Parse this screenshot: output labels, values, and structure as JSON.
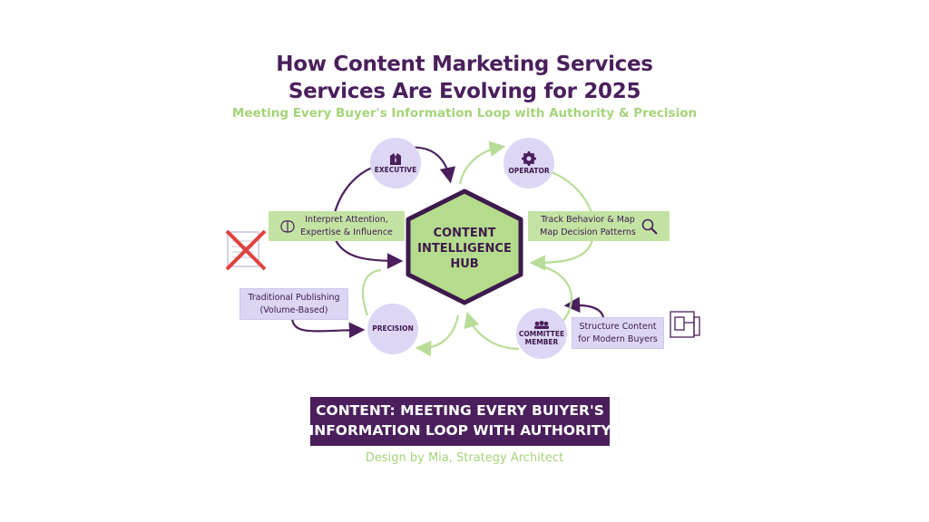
{
  "header": {
    "title_line1": "How Content Marketing Services",
    "title_line2": "Services Are Evolving for 2025",
    "subtitle": "Meeting Every Buyer's Information Loop with Authority & Precision"
  },
  "hub": {
    "line1": "CONTENT",
    "line2": "INTELLIGENCE",
    "line3": "HUB"
  },
  "nodes": {
    "executive": "EXECUTIVE",
    "operator": "OPERATOR",
    "precision": "PRECISION",
    "committee_line1": "COMMITTEE",
    "committee_line2": "MEMBER"
  },
  "boxes": {
    "interpret_line1": "Interpret Attention,",
    "interpret_line2": "Expertise & Influence",
    "track_line1": "Track Behavior & Map",
    "track_line2": "Map Decision Patterns",
    "traditional_line1": "Traditional Publishing",
    "traditional_line2": "(Volume-Based)",
    "structure_line1": "Structure Content",
    "structure_line2": "for Modern Buyers"
  },
  "banner": {
    "line1": "CONTENT: MEETING EVERY BUIYER'S",
    "line2": "INFORMATION LOOP WITH AUTHORITY"
  },
  "credit": "Design by Mia, Strategy Architect",
  "colors": {
    "purple": "#4a1f5c",
    "green": "#a6d47a",
    "hub_fill": "#b5dc8c",
    "lavender": "#ddd6f5"
  }
}
